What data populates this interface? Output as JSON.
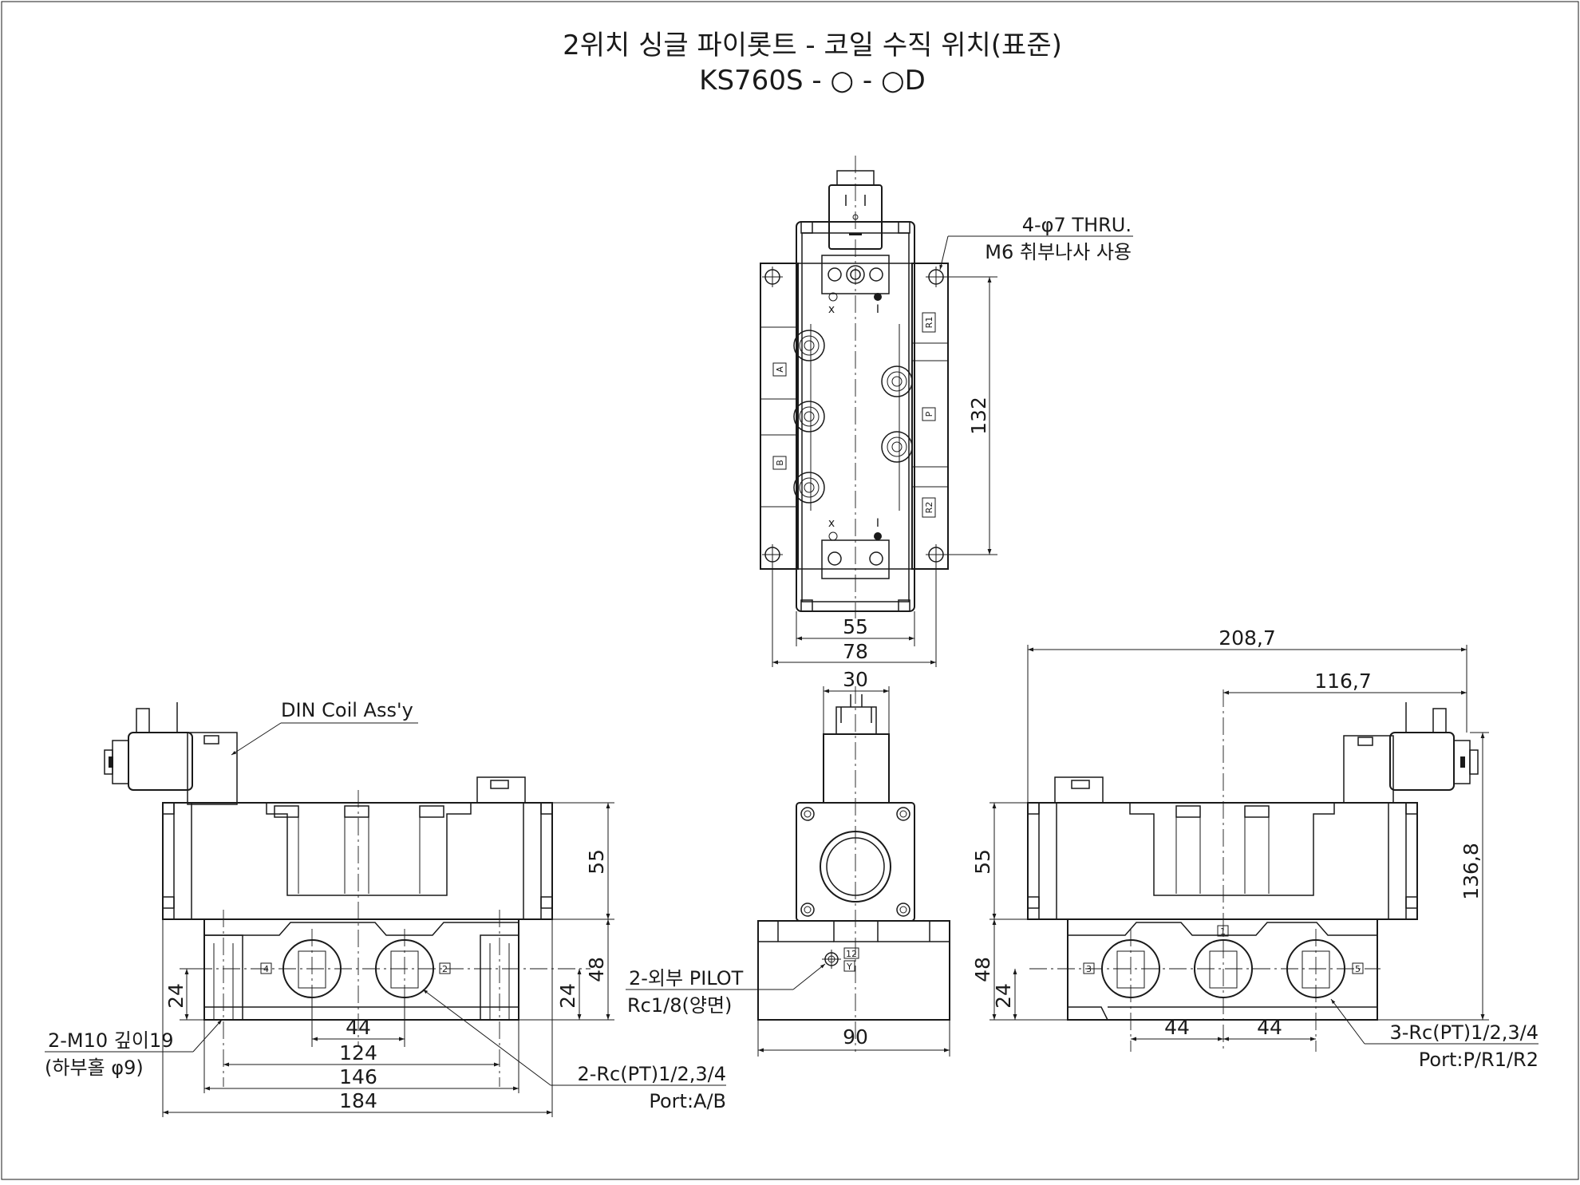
{
  "title": {
    "line1": "2위치 싱글 파이롯트 - 코일 수직 위치(표준)",
    "line2": "KS760S - ○ - ○D"
  },
  "top_view": {
    "ports": {
      "a": "A",
      "b": "B",
      "r1": "R1",
      "p": "P",
      "r2": "R2",
      "x_top": "x",
      "i_top": "I",
      "x_bottom": "x",
      "i_bottom": "I"
    },
    "dims": {
      "d55": "55",
      "d78": "78",
      "d132": "132"
    },
    "note_line1": "4-φ7 THRU.",
    "note_line2": "M6 취부나사 사용"
  },
  "left_view": {
    "coil_label": "DIN Coil Ass'y",
    "port_4": "4",
    "port_2": "2",
    "dims": {
      "d55": "55",
      "d48": "48",
      "d24_left": "24",
      "d24_right": "24",
      "d44": "44",
      "d124": "124",
      "d146": "146",
      "d184": "184"
    },
    "note_mount_1": "2-M10 깊이19",
    "note_mount_2": "(하부홀 φ9)",
    "note_ports_1": "2-Rc(PT)1/2,3/4",
    "note_ports_2": "Port:A/B"
  },
  "center_view": {
    "port_12": "12",
    "port_y": "Y",
    "dims": {
      "d30": "30",
      "d90": "90"
    },
    "note_pilot_1": "2-외부 PILOT",
    "note_pilot_2": "Rc1/8(양면)"
  },
  "right_view": {
    "port_3": "3",
    "port_1": "1",
    "port_5": "5",
    "dims": {
      "d208_7": "208,7",
      "d116_7": "116,7",
      "d136_8": "136,8",
      "d55": "55",
      "d48": "48",
      "d24": "24",
      "d44_left": "44",
      "d44_right": "44"
    },
    "note_ports_1": "3-Rc(PT)1/2,3/4",
    "note_ports_2": "Port:P/R1/R2"
  }
}
